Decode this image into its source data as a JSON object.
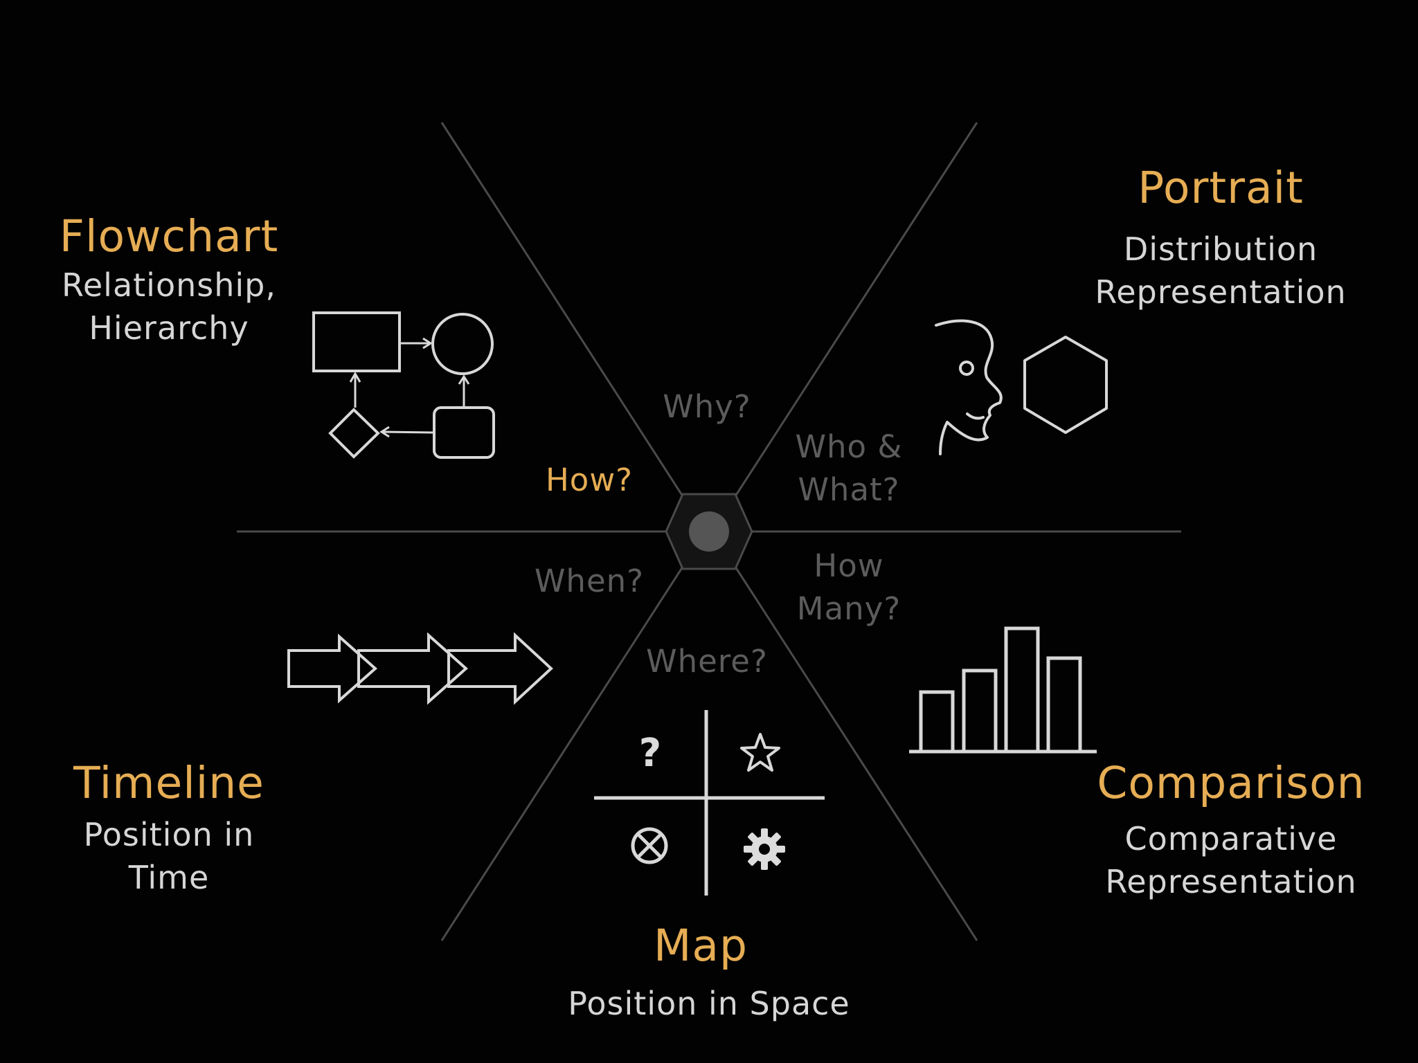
{
  "segments": {
    "flowchart": {
      "title": "Flowchart",
      "subtitle_1": "Relationship,",
      "subtitle_2": "Hierarchy"
    },
    "portrait": {
      "title": "Portrait",
      "subtitle_1": "Distribution",
      "subtitle_2": "Representation"
    },
    "timeline": {
      "title": "Timeline",
      "subtitle_1": "Position in",
      "subtitle_2": "Time"
    },
    "comparison": {
      "title": "Comparison",
      "subtitle_1": "Comparative",
      "subtitle_2": "Representation"
    },
    "map": {
      "title": "Map",
      "subtitle_1": "Position in Space"
    }
  },
  "questions": {
    "why": "Why?",
    "how": "How?",
    "who_what_1": "Who &",
    "who_what_2": "What?",
    "when": "When?",
    "how_many_1": "How",
    "how_many_2": "Many?",
    "where": "Where?"
  },
  "map_icons": {
    "question_glyph": "?",
    "icons": [
      "question-icon",
      "star-icon",
      "cross-circle-icon",
      "gear-icon"
    ]
  },
  "colors": {
    "accent": "#e6ad54",
    "subtitle": "#d6d6d6",
    "question_dim": "#5c5c5c",
    "line": "#4a4a4a",
    "icon": "#dcdcdc",
    "background": "#020202"
  }
}
